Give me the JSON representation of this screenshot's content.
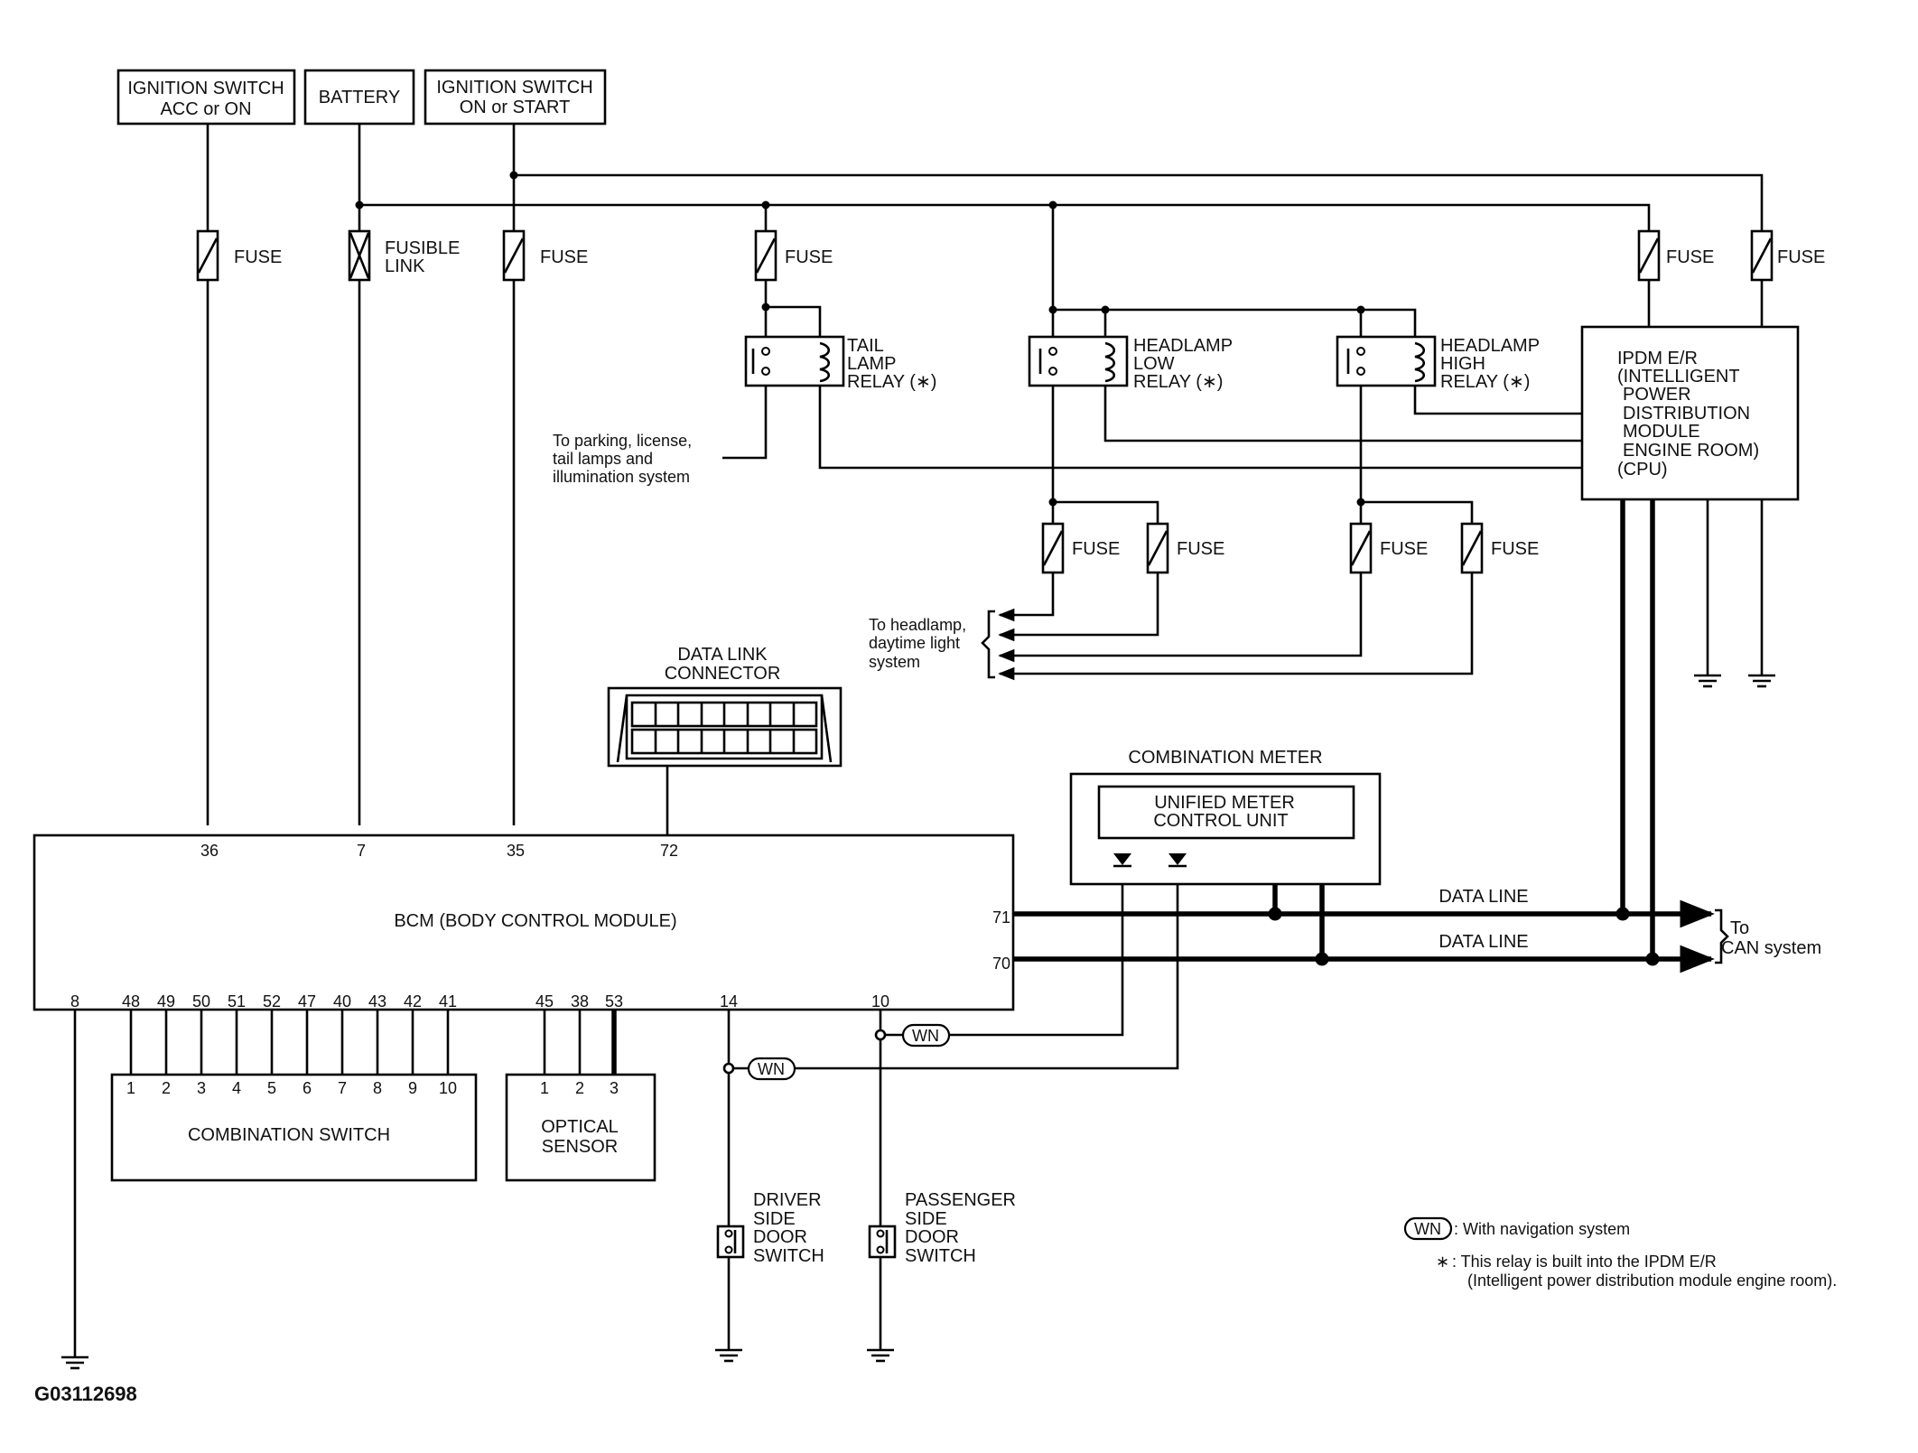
{
  "sources": {
    "ign_acc": [
      "IGNITION SWITCH",
      "ACC or ON"
    ],
    "battery": "BATTERY",
    "ign_on": [
      "IGNITION SWITCH",
      "ON or START"
    ]
  },
  "fuse": "FUSE",
  "fusible_link": [
    "FUSIBLE",
    "LINK"
  ],
  "relays": {
    "tail": [
      "TAIL",
      "LAMP",
      "RELAY (∗)"
    ],
    "low": [
      "HEADLAMP",
      "LOW",
      "RELAY (∗)"
    ],
    "high": [
      "HEADLAMP",
      "HIGH",
      "RELAY (∗)"
    ]
  },
  "ipdm": [
    "IPDM E/R",
    "(INTELLIGENT",
    "POWER",
    "DISTRIBUTION",
    "MODULE",
    "ENGINE ROOM)",
    "(CPU)"
  ],
  "parking_note": [
    "To parking, license,",
    "tail lamps and",
    "illumination system"
  ],
  "headlamp_note": [
    "To headlamp,",
    "daytime light",
    "system"
  ],
  "dlc": [
    "DATA LINK",
    "CONNECTOR"
  ],
  "combination_meter": "COMBINATION METER",
  "unified_meter": [
    "UNIFIED METER",
    "CONTROL UNIT"
  ],
  "bcm": {
    "label": "BCM (BODY CONTROL MODULE)",
    "top_pins": [
      "36",
      "7",
      "35",
      "72"
    ],
    "right_pins": [
      "71",
      "70"
    ],
    "bottom_pins": [
      "8",
      "48",
      "49",
      "50",
      "51",
      "52",
      "47",
      "40",
      "43",
      "42",
      "41",
      "45",
      "38",
      "53",
      "14",
      "10"
    ]
  },
  "data_line": "DATA LINE",
  "can_note": [
    "To",
    "CAN system"
  ],
  "wn": "WN",
  "combination_switch": {
    "label": "COMBINATION SWITCH",
    "pins": [
      "1",
      "2",
      "3",
      "4",
      "5",
      "6",
      "7",
      "8",
      "9",
      "10"
    ]
  },
  "optical_sensor": {
    "label": [
      "OPTICAL",
      "SENSOR"
    ],
    "pins": [
      "1",
      "2",
      "3"
    ]
  },
  "driver_switch": [
    "DRIVER",
    "SIDE",
    "DOOR",
    "SWITCH"
  ],
  "passenger_switch": [
    "PASSENGER",
    "SIDE",
    "DOOR",
    "SWITCH"
  ],
  "legend": {
    "wn_text": ": With navigation system",
    "star": "∗",
    "star_text": ": This relay is built into the IPDM E/R",
    "star_text2": "(Intelligent power distribution module engine room)."
  },
  "figure_id": "G03112698"
}
